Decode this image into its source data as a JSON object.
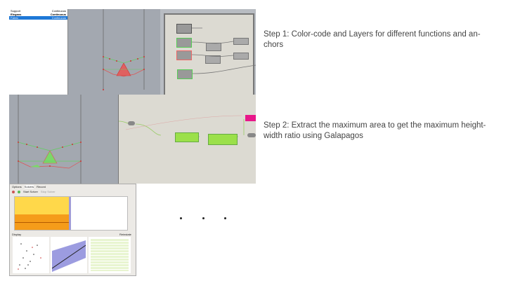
{
  "steps": [
    {
      "text": "Step 1: Color-code and Layers for different functions and an-chors"
    },
    {
      "text": "Step 2: Extract the maximum area to get the maximum height-width ratio using Galapagos"
    }
  ],
  "ellipsis": [
    "•",
    "•",
    "•"
  ],
  "layers_panel": {
    "rows": [
      {
        "name": "Support",
        "linetype": "Continuous",
        "color": "#111111"
      },
      {
        "name": "Elegans",
        "linetype": "Continuous",
        "color": "#22aa22"
      },
      {
        "name": "Fabric",
        "linetype": "Continuous",
        "color": "#dd2222",
        "selected": true
      }
    ]
  },
  "galapagos": {
    "tabs": [
      "Options",
      "Solvers",
      "Record"
    ],
    "start_label": "Start Solver",
    "stop_label": "Stop Solver",
    "display_label": "Display",
    "reinstate_label": "Reinstate"
  },
  "colors": {
    "accent_green": "#9be04a",
    "pink": "#e8178a",
    "viewport": "#a3a8b0",
    "canvas": "#dcdad2"
  }
}
